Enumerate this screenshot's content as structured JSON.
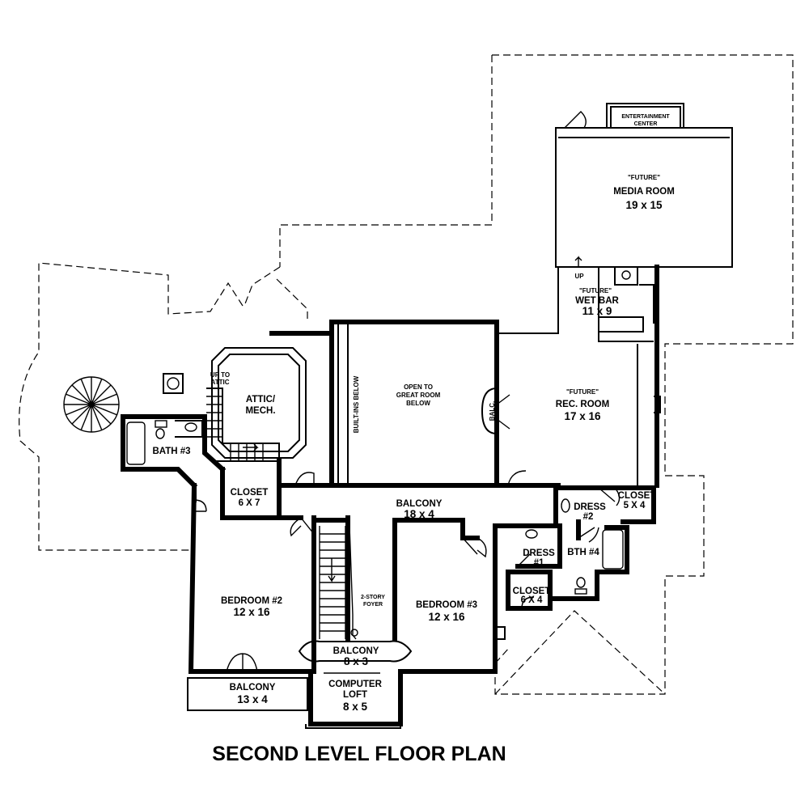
{
  "plan_title": "SECOND LEVEL FLOOR PLAN",
  "rooms": {
    "media_room": {
      "tag": "\"FUTURE\"",
      "name": "MEDIA ROOM",
      "size": "19 x 15"
    },
    "entertainment_center": {
      "line1": "ENTERTAINMENT",
      "line2": "CENTER"
    },
    "wet_bar": {
      "tag": "\"FUTURE\"",
      "name": "WET BAR",
      "size": "11 x 9"
    },
    "rec_room": {
      "tag": "\"FUTURE\"",
      "name": "REC. ROOM",
      "size": "17 x 16"
    },
    "open_to_great_room": {
      "line1": "OPEN TO",
      "line2": "GREAT ROOM",
      "line3": "BELOW"
    },
    "built_ins": "BUILT-INS BELOW",
    "balc": "BALC.",
    "attic": {
      "line1": "ATTIC/",
      "line2": "MECH."
    },
    "up_to_attic": {
      "line1": "UP TO",
      "line2": "ATTIC"
    },
    "bath3": "BATH #3",
    "closet_left": {
      "name": "CLOSET",
      "size": "6 X 7"
    },
    "balcony_main": {
      "name": "BALCONY",
      "size": "18 x 4"
    },
    "down": "DOWN",
    "two_story_foyer": {
      "line1": "2-STORY",
      "line2": "FOYER"
    },
    "bedroom2": {
      "name": "BEDROOM #2",
      "size": "12 x 16"
    },
    "bedroom3": {
      "name": "BEDROOM #3",
      "size": "12 x 16"
    },
    "balcony_front": {
      "name": "BALCONY",
      "size": "8 x 3"
    },
    "computer_loft": {
      "line1": "COMPUTER",
      "line2": "LOFT",
      "size": "8 x 5"
    },
    "balcony_left": {
      "name": "BALCONY",
      "size": "13 x 4"
    },
    "dress1": {
      "name": "DRESS",
      "num": "#1"
    },
    "dress2": {
      "name": "DRESS",
      "num": "#2"
    },
    "bath4": "BTH #4",
    "closet_right_top": {
      "name": "CLOSET",
      "size": "5 X 4"
    },
    "closet_right_bottom": {
      "name": "CLOSET",
      "size": "6 X 4"
    },
    "up": "UP"
  }
}
